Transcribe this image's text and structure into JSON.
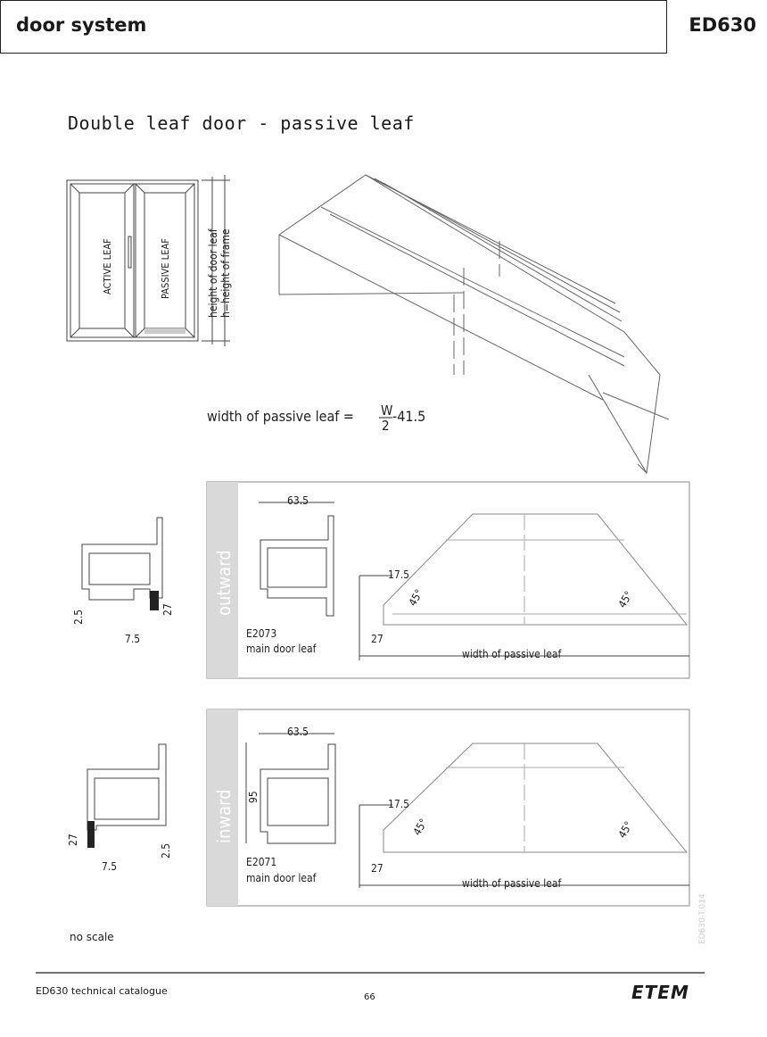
{
  "header": {
    "title": "door system",
    "code": "ED630"
  },
  "subtitle": "Double leaf door - passive leaf",
  "elevation": {
    "active_leaf": "ACTIVE LEAF",
    "passive_leaf": "PASSIVE LEAF",
    "dim_leaf_height": "height of door leaf",
    "dim_frame_height": "h=height of frame"
  },
  "formula": {
    "prefix": "width of passive leaf =",
    "numerator": "W",
    "denominator": "2",
    "suffix": "-41.5"
  },
  "outward": {
    "label": "outward",
    "left_dims": [
      "2.5",
      "27",
      "7.5"
    ],
    "dim_width": "63.5",
    "profile_code": "E2073",
    "profile_desc": "main door leaf",
    "dim_17_5": "17.5",
    "dim_27": "27",
    "angle_left": "45°",
    "angle_right": "45°",
    "width_label": "width of passive leaf"
  },
  "inward": {
    "label": "inward",
    "left_dims": [
      "27",
      "7.5",
      "2.5"
    ],
    "dim_width": "63.5",
    "dim_height": "95",
    "profile_code": "E2071",
    "profile_desc": "main door leaf",
    "dim_17_5": "17.5",
    "dim_27": "27",
    "angle_left": "45°",
    "angle_right": "45°",
    "width_label": "width of passive leaf"
  },
  "note": "no scale",
  "watermark": "ED630-T.014",
  "footer": {
    "catalogue": "ED630 technical catalogue",
    "page": "66",
    "logo": "ETEM"
  }
}
